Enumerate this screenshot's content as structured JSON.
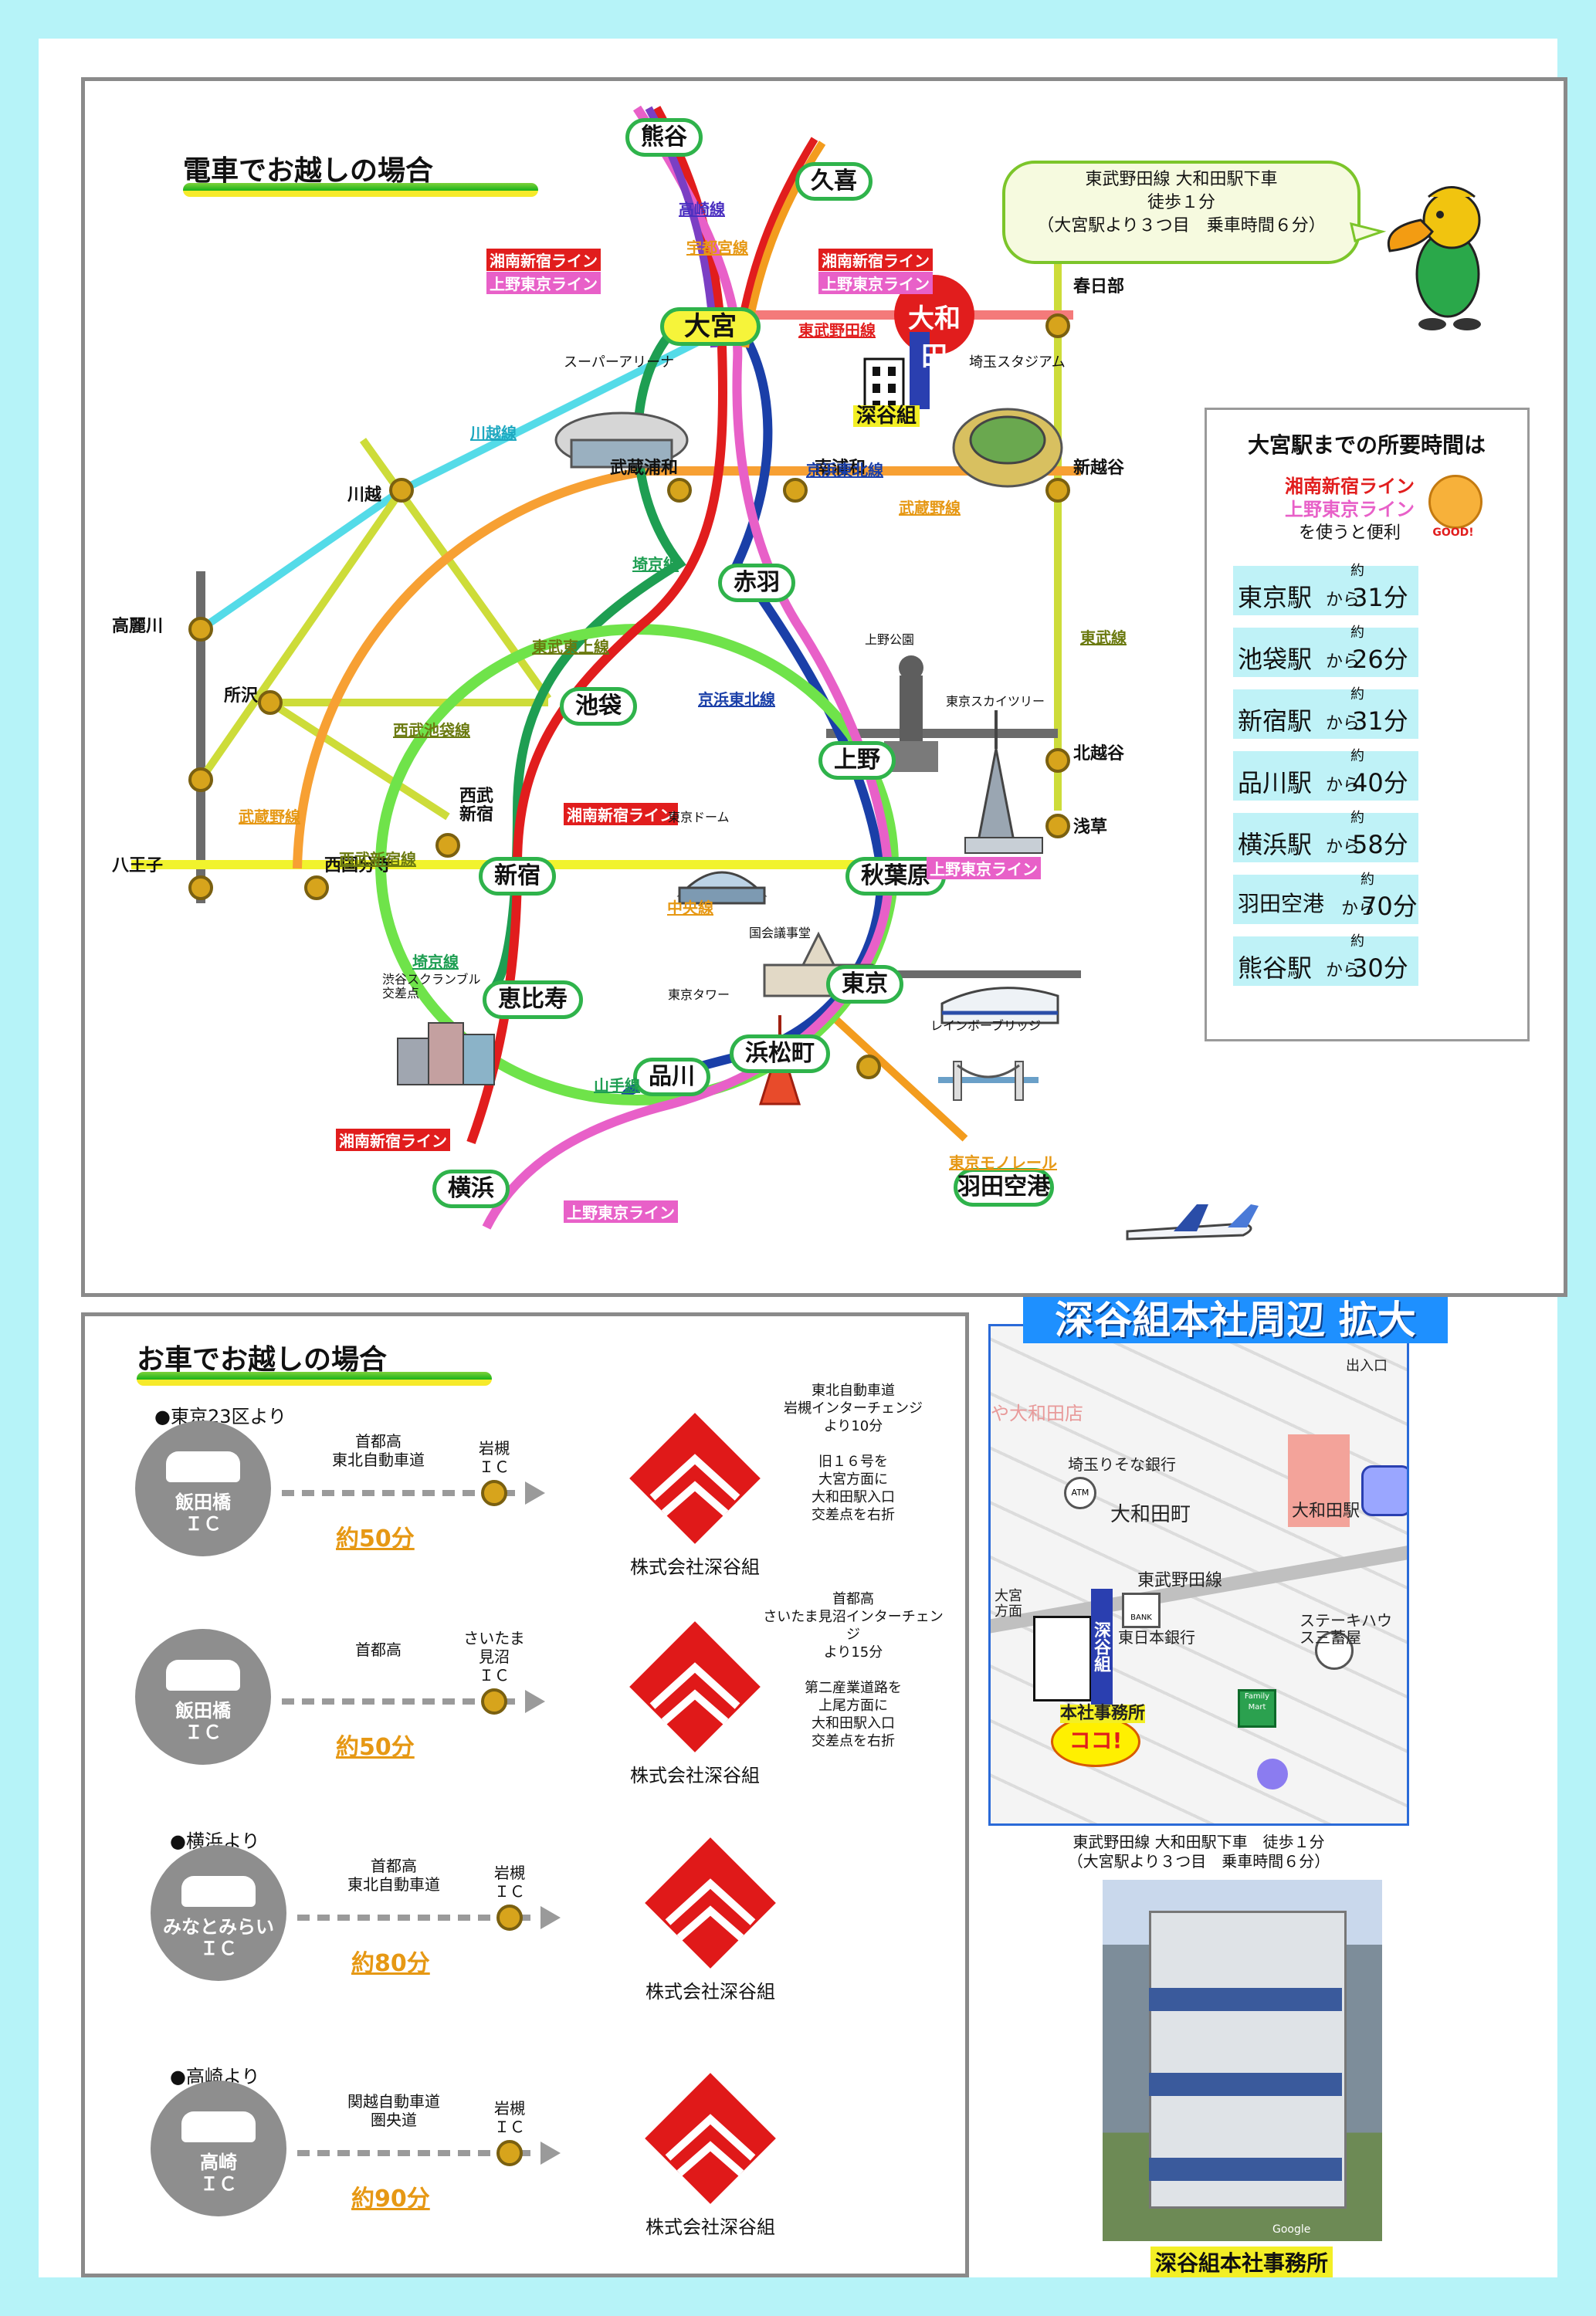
{
  "train_section": {
    "title": "電車でお越しの場合",
    "access_bubble": {
      "line1": "東武野田線 大和田駅下車",
      "line2": "徒歩１分",
      "line3": "（大宮駅より３つ目　乗車時間６分）"
    },
    "stations": {
      "kumagaya": "熊谷",
      "kuki": "久喜",
      "omiya": "大宮",
      "owada": "大和田",
      "kasukabe": "春日部",
      "kawagoe": "川越",
      "musashi_urawa": "武蔵浦和",
      "minami_urawa": "南浦和",
      "shin_koshigaya": "新越谷",
      "akabane": "赤羽",
      "takahagawa": "高麗川",
      "tokorozawa": "所沢",
      "ikebukuro": "池袋",
      "ueno": "上野",
      "kita_koshigaya": "北越谷",
      "seibu_shinjuku": "西武\n新宿",
      "asakusa": "浅草",
      "hachioji": "八王子",
      "nishi_kokubunji": "西国分寺",
      "shinjuku": "新宿",
      "akihabara": "秋葉原",
      "tokyo": "東京",
      "ebisu": "恵比寿",
      "hamamatsucho": "浜松町",
      "shinagawa": "品川",
      "yokohama": "横浜",
      "haneda": "羽田空港"
    },
    "lines": {
      "takasaki": "高崎線",
      "utsunomiya": "宇都宮線",
      "shonan_shinjuku": "湘南新宿ライン",
      "ueno_tokyo": "上野東京ライン",
      "tobu_noda": "東武野田線",
      "kawagoe_line": "川越線",
      "keihin_tohoku": "京浜東北線",
      "musashino": "武蔵野線",
      "saikyo": "埼京線",
      "tobu_tojo": "東武東上線",
      "seibu_ikebukuro": "西武池袋線",
      "tobu_skytree": "東武線",
      "seibu_shinjuku": "西武新宿線",
      "chuo": "中央線",
      "yamanote": "山手線",
      "tokyo_monorail": "東京モノレール"
    },
    "landmarks": {
      "super_arena": "スーパーアリーナ",
      "saitama_stadium": "埼玉スタジアム",
      "fukaya_office": "深谷組",
      "ueno_park": "上野公園",
      "skytree": "東京スカイツリー",
      "tokyo_dome": "東京ドーム",
      "diet": "国会議事堂",
      "shibuya": "渋谷スクランブル\n交差点",
      "tokyo_tower": "東京タワー",
      "rainbow_bridge": "レインボーブリッジ"
    },
    "time_panel": {
      "title": "大宮駅までの所要時間は",
      "tip_line1": "湘南新宿ライン",
      "tip_line2": "上野東京ライン",
      "tip_line3": "を使うと便利",
      "good": "GOOD!",
      "items": [
        {
          "station": "東京駅",
          "from": "から",
          "approx": "約",
          "time": "31分"
        },
        {
          "station": "池袋駅",
          "from": "から",
          "approx": "約",
          "time": "26分"
        },
        {
          "station": "新宿駅",
          "from": "から",
          "approx": "約",
          "time": "31分"
        },
        {
          "station": "品川駅",
          "from": "から",
          "approx": "約",
          "time": "40分"
        },
        {
          "station": "横浜駅",
          "from": "から",
          "approx": "約",
          "time": "58分"
        },
        {
          "station": "羽田空港",
          "from": "から",
          "approx": "約",
          "time": "70分"
        },
        {
          "station": "熊谷駅",
          "from": "から",
          "approx": "約",
          "time": "30分"
        }
      ]
    }
  },
  "car_section": {
    "title": "お車でお越しの場合",
    "destination": "株式会社深谷組",
    "groups": [
      {
        "heading": "●東京23区より",
        "routes": [
          {
            "origin": "飯田橋\nＩＣ",
            "road": "首都高\n東北自動車道",
            "ic": "岩槻\nＩＣ",
            "duration": "約50分",
            "note": "東北自動車道\n岩槻インターチェンジ\nより10分\n\n旧１６号を\n大宮方面に\n大和田駅入口\n交差点を右折"
          },
          {
            "origin": "飯田橋\nＩＣ",
            "road": "首都高",
            "ic": "さいたま\n見沼\nＩＣ",
            "duration": "約50分",
            "note": "首都高\nさいたま見沼インターチェンジ\nより15分\n\n第二産業道路を\n上尾方面に\n大和田駅入口\n交差点を右折"
          }
        ]
      },
      {
        "heading": "●横浜より",
        "routes": [
          {
            "origin": "みなとみらい\nＩＣ",
            "road": "首都高\n東北自動車道",
            "ic": "岩槻\nＩＣ",
            "duration": "約80分"
          }
        ]
      },
      {
        "heading": "●高崎より",
        "routes": [
          {
            "origin": "高崎\nＩＣ",
            "road": "関越自動車道\n圏央道",
            "ic": "岩槻\nＩＣ",
            "duration": "約90分"
          }
        ]
      }
    ]
  },
  "enlarged_map": {
    "title": "深谷組本社周辺 拡大",
    "labels": {
      "exit": "出入口",
      "bank1": "埼玉りそな銀行",
      "atm": "ATM",
      "town": "大和田町",
      "station": "大和田駅",
      "omiya_dir": "大宮\n方面",
      "tobu_line": "東武野田線",
      "bank2": "東日本銀行",
      "bank_icon": "BANK",
      "steak": "ステーキハウス三蓄屋",
      "office": "本社事務所",
      "coco": "ココ!",
      "family_mart": "Family\nMart",
      "owada_faded": "や大和田店",
      "sign": "深谷組"
    },
    "caption_line1": "東武野田線 大和田駅下車　徒歩１分",
    "caption_line2": "（大宮駅より３つ目　乗車時間６分）",
    "photo_caption": "深谷組本社事務所",
    "photo_watermark": "Google"
  },
  "colors": {
    "background": "#b6f3f8",
    "panel_border": "#8a8a8a",
    "accent_orange": "#e69814",
    "logo_red": "#e01919"
  }
}
